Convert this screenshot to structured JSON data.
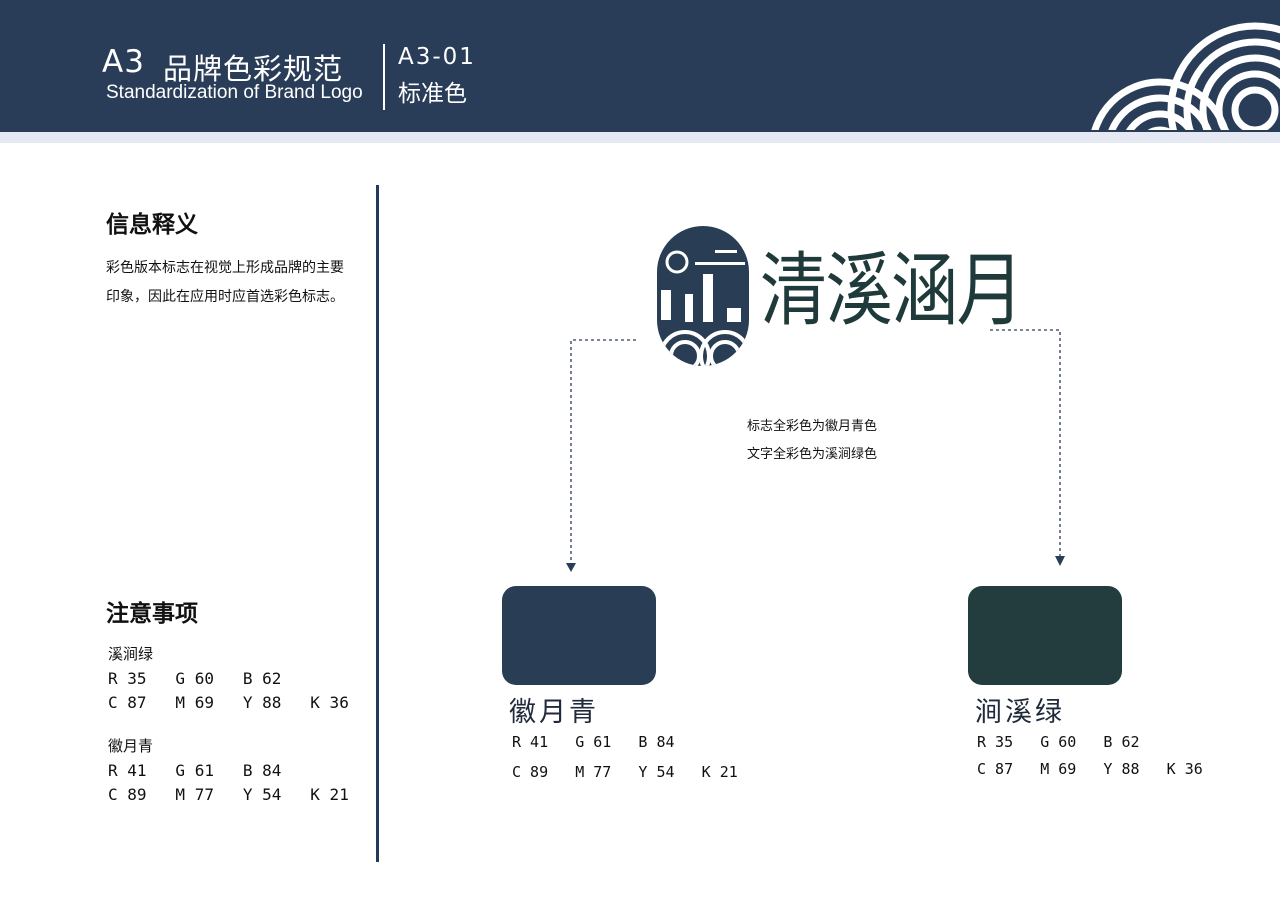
{
  "header": {
    "code": "A3",
    "title": "品牌色彩规范",
    "subtitle": "Standardization of Brand Logo",
    "section_code": "A3-01",
    "section_name": "标准色"
  },
  "info": {
    "heading": "信息释义",
    "body": "彩色版本标志在视觉上形成品牌的主要印象，因此在应用时应首选彩色标志。"
  },
  "notes": {
    "heading": "注意事项",
    "items": [
      {
        "name": "溪涧绿",
        "rgb": "R 35   G 60   B 62",
        "cmyk": "C 87   M 69   Y 88   K 36"
      },
      {
        "name": "徽月青",
        "rgb": "R 41   G 61   B 84",
        "cmyk": "C 89   M 77   Y 54   K 21"
      }
    ]
  },
  "logo": {
    "wordmark": "清溪涵月",
    "mark_color": "#293d54",
    "text_color": "#233c3e"
  },
  "description": {
    "line1": "标志全彩色为徽月青色",
    "line2": "文字全彩色为溪涧绿色"
  },
  "swatches": [
    {
      "name": "徽月青",
      "color": "#293d54",
      "rgb": "R 41   G 61   B 84",
      "cmyk": "C 89   M 77   Y 54   K 21"
    },
    {
      "name": "涧溪绿",
      "color": "#233c3e",
      "rgb": "R 35   G 60   B 62",
      "cmyk": "C 87   M 69   Y 88   K 36"
    }
  ],
  "colors": {
    "header_bg": "#2a3d58",
    "header_strip": "#e4e9f3",
    "divider": "#233a5a"
  }
}
